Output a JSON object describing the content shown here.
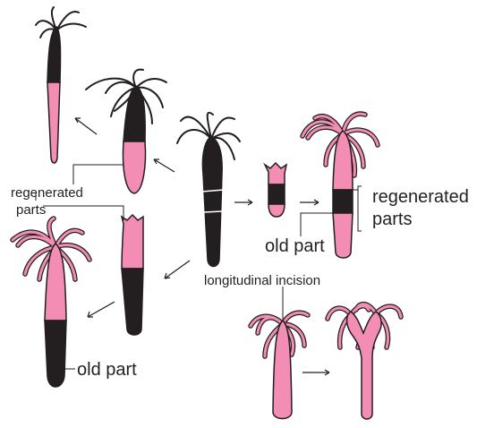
{
  "labels": {
    "regenerated_left_line1": "regenerated",
    "regenerated_left_line2": "parts",
    "regenerated_right_line1": "regenerated",
    "regenerated_right_line2": "parts",
    "old_part_right": "old part",
    "old_part_bottom": "old part",
    "longitudinal_incision": "longitudinal incision"
  },
  "colors": {
    "pink": "#f38db4",
    "black": "#231f20",
    "outline": "#231f20",
    "background": "#ffffff"
  }
}
